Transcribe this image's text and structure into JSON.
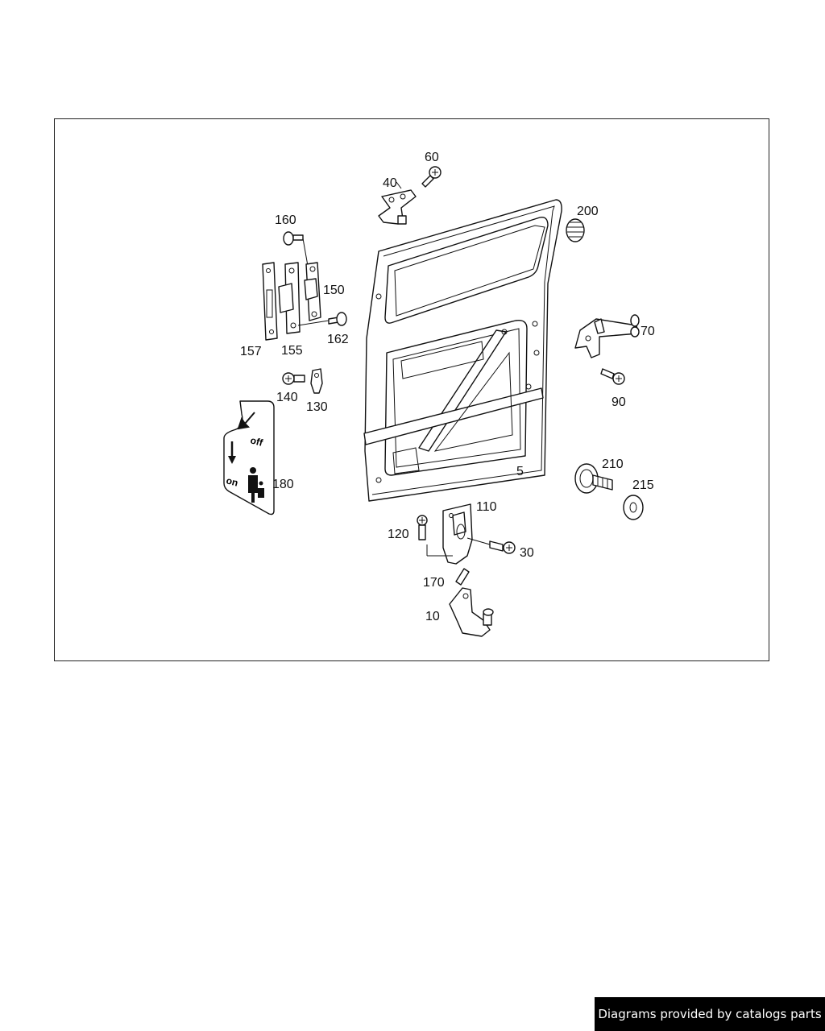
{
  "diagram": {
    "part_numbers": {
      "p5": "5",
      "p10": "10",
      "p30": "30",
      "p40": "40",
      "p60": "60",
      "p70": "70",
      "p90": "90",
      "p110": "110",
      "p120": "120",
      "p130": "130",
      "p140": "140",
      "p150": "150",
      "p155": "155",
      "p157": "157",
      "p160": "160",
      "p162": "162",
      "p170": "170",
      "p180": "180",
      "p200": "200",
      "p210": "210",
      "p215": "215"
    },
    "decal_text": {
      "off": "off",
      "on": "on"
    }
  },
  "footer": {
    "text": "Diagrams provided by catalogs parts"
  }
}
